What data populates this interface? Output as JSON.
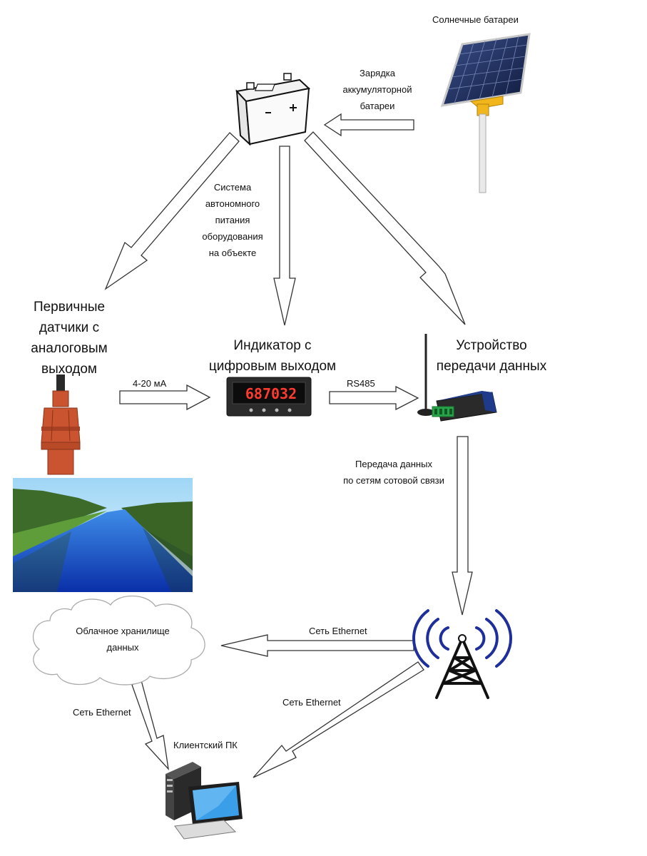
{
  "labels": {
    "solar_panels": "Солнечные батареи",
    "battery_charging": [
      "Зарядка",
      "аккумуляторной",
      "батареи"
    ],
    "autonomous_power": [
      "Система",
      "автономного",
      "питания",
      "оборудования",
      "на объекте"
    ],
    "primary_sensors": [
      "Первичные",
      "датчики с",
      "аналоговым",
      "выходом"
    ],
    "indicator": [
      "Индикатор с",
      "цифровым выходом"
    ],
    "data_device": [
      "Устройство",
      "передачи данных"
    ],
    "signal_4_20": "4-20 мА",
    "rs485": "RS485",
    "cellular_transfer": [
      "Передача данных",
      "по сетям сотовой связи"
    ],
    "ethernet_to_cloud": "Сеть Ethernet",
    "ethernet_to_client": "Сеть Ethernet",
    "ethernet_cloud_client": "Сеть Ethernet",
    "cloud_storage": [
      "Облачное хранилище",
      "данных"
    ],
    "client_pc": "Клиентский ПК"
  },
  "display": {
    "value": "687032"
  },
  "icons": [
    "battery-icon",
    "solar-panel-icon",
    "sensor-icon",
    "indicator-icon",
    "modem-icon",
    "river-photo",
    "cloud-icon",
    "cell-tower-icon",
    "computer-icon"
  ],
  "colors": {
    "arrow_stroke": "#333333",
    "sensor": "#c9542f",
    "display_digits": "#ff3b2f",
    "tower_waves": "#1f2f9a",
    "sky": "#7fc3ec",
    "water": "#1f5fd0"
  }
}
